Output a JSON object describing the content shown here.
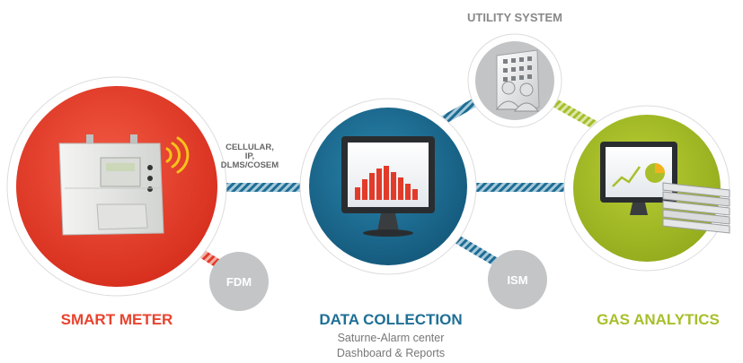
{
  "nodes": {
    "smart_meter": {
      "title": "SMART METER",
      "color": "#e8432e"
    },
    "data_collection": {
      "title": "DATA COLLECTION",
      "color": "#1e6f95",
      "subtitle_line1": "Saturne-Alarm center",
      "subtitle_line2": "Dashboard & Reports"
    },
    "gas_analytics": {
      "title": "GAS ANALYTICS",
      "color": "#a8bf2a"
    },
    "utility_system": {
      "title": "UTILITY SYSTEM"
    },
    "fdm": {
      "label": "FDM"
    },
    "ism": {
      "label": "ISM"
    }
  },
  "protocols": {
    "line1": "CELLULAR,",
    "line2": "IP,",
    "line3": "DLMS/COSEM"
  },
  "icons": [
    "gas-meter-icon",
    "wireless-signal-icon",
    "monitor-bar-chart-icon",
    "building-users-icon",
    "monitor-analytics-icon",
    "server-rack-icon"
  ]
}
